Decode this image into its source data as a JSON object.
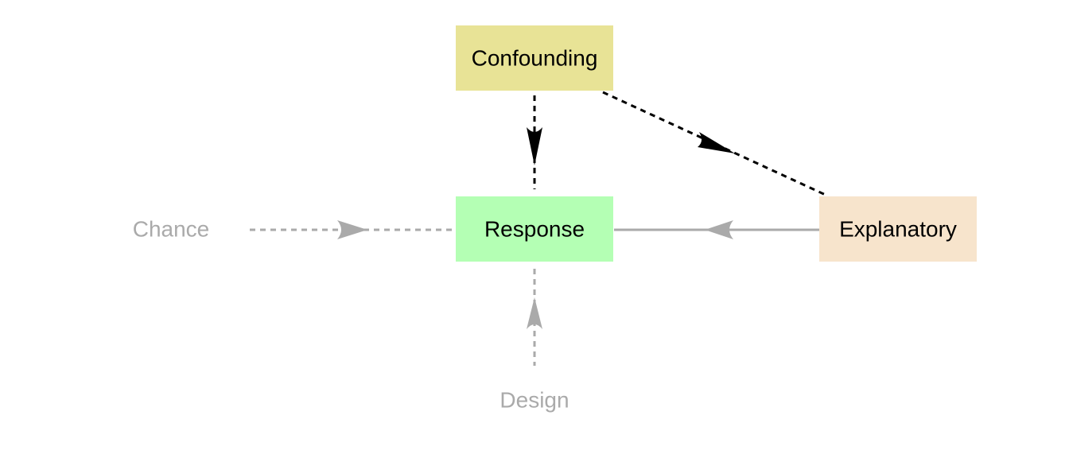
{
  "nodes": {
    "confounding": {
      "label": "Confounding",
      "fill": "#e8e396",
      "text_color": "#000000"
    },
    "response": {
      "label": "Response",
      "fill": "#b4ffb4",
      "text_color": "#000000"
    },
    "explanatory": {
      "label": "Explanatory",
      "fill": "#f7e4cc",
      "text_color": "#000000"
    },
    "chance": {
      "label": "Chance",
      "fill": "none",
      "text_color": "#aaaaaa"
    },
    "design": {
      "label": "Design",
      "fill": "none",
      "text_color": "#aaaaaa"
    }
  },
  "edges": [
    {
      "from": "Confounding",
      "to": "Response",
      "style": "dashed",
      "color": "#000000"
    },
    {
      "from": "Confounding",
      "to": "Explanatory",
      "style": "dashed",
      "color": "#000000"
    },
    {
      "from": "Explanatory",
      "to": "Response",
      "style": "solid",
      "color": "#aaaaaa"
    },
    {
      "from": "Chance",
      "to": "Response",
      "style": "dashed",
      "color": "#aaaaaa"
    },
    {
      "from": "Design",
      "to": "Response",
      "style": "dashed",
      "color": "#aaaaaa"
    }
  ]
}
